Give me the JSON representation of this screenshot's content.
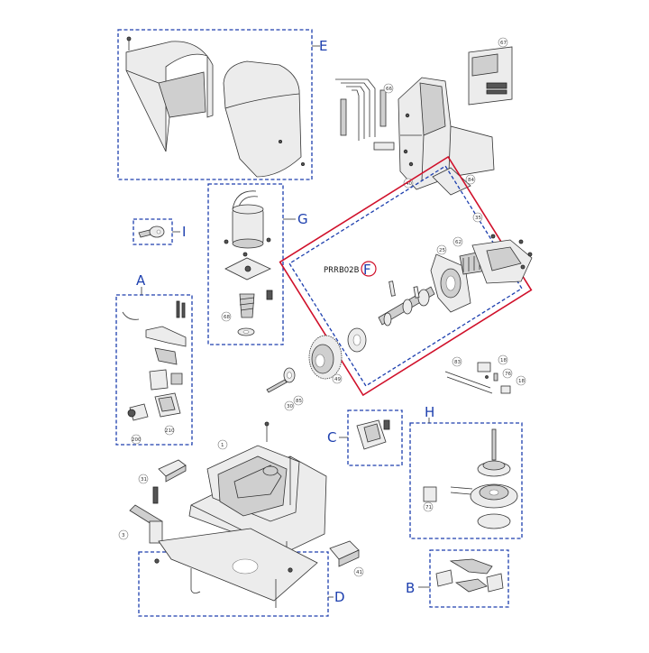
{
  "groups": {
    "A": "A",
    "B": "B",
    "C": "C",
    "D": "D",
    "E": "E",
    "F": "F",
    "G": "G",
    "H": "H",
    "I": "I"
  },
  "callout_label": "PRRB02B",
  "part_numbers": {
    "p67": "67",
    "p66": "66",
    "p40": "40",
    "p84": "84",
    "p35": "35",
    "p62": "62",
    "p25": "25",
    "p68": "68",
    "p49": "49",
    "p85": "85",
    "p30": "30",
    "p83": "83",
    "p18a": "18",
    "p18b": "18",
    "p76": "76",
    "p200": "200",
    "p210": "210",
    "p1": "1",
    "p31": "31",
    "p3": "3",
    "p41": "41",
    "p71": "71"
  },
  "colors": {
    "group_boxes": "#1d3fae",
    "callout_highlight": "#d0102a"
  }
}
